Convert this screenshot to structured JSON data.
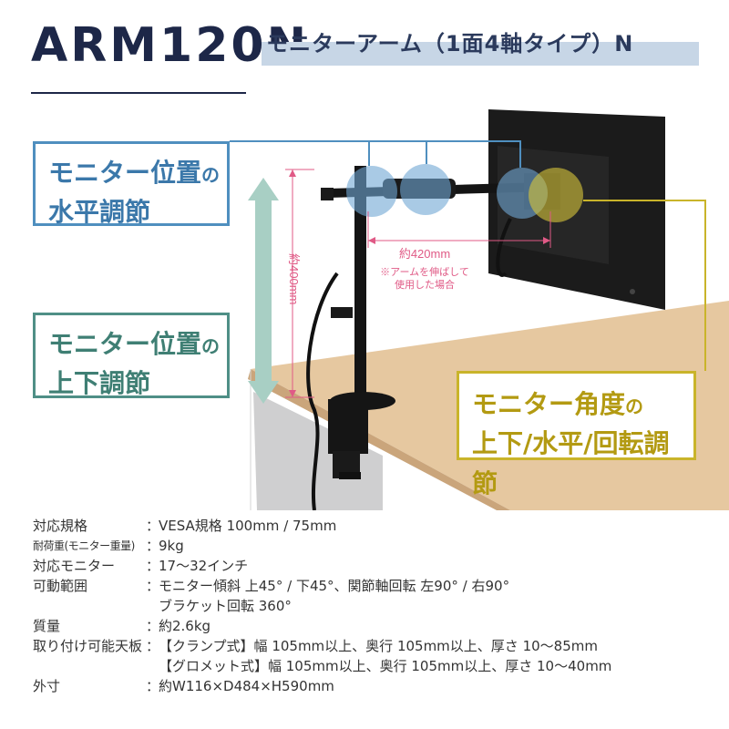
{
  "header": {
    "brand": "ARM120N",
    "subtitle": "モニターアーム（1面4軸タイプ）N"
  },
  "callouts": {
    "horizontal": {
      "line1": "モニター位置",
      "particle": "の",
      "line2": "水平調節"
    },
    "vertical": {
      "line1": "モニター位置",
      "particle": "の",
      "line2": "上下調節"
    },
    "angle": {
      "line1": "モニター角度",
      "particle": "の",
      "line2": "上下/水平/回転調節"
    }
  },
  "dimensions": {
    "arm_length": "約420mm",
    "arm_note_line1": "※アームを伸ばして",
    "arm_note_line2": "使用した場合",
    "pole_height": "約400mm"
  },
  "specs": {
    "colon": "：",
    "vesa": {
      "label": "対応規格",
      "value": "VESA規格 100mm / 75mm"
    },
    "load": {
      "label": "耐荷重(モニター重量)",
      "value": "9kg"
    },
    "monitor": {
      "label": "対応モニター",
      "value": "17～32インチ"
    },
    "range": {
      "label": "可動範囲",
      "value": "モニター傾斜 上45° / 下45°、関節軸回転 左90° / 右90°",
      "value2": "ブラケット回転 360°"
    },
    "weight": {
      "label": "質量",
      "value": "約2.6kg"
    },
    "mount": {
      "label": "取り付け可能天板",
      "value": "【クランプ式】幅 105mm以上、奥行 105mm以上、厚さ 10～85mm",
      "value2": "【グロメット式】幅 105mm以上、奥行 105mm以上、厚さ 10～40mm"
    },
    "size": {
      "label": "外寸",
      "value": "約W116×D484×H590mm"
    }
  },
  "colors": {
    "navy": "#1d2748",
    "blue": "#4f8fbf",
    "green": "#4f8f86",
    "yellow": "#c9b42a",
    "pink": "#e05a86"
  }
}
